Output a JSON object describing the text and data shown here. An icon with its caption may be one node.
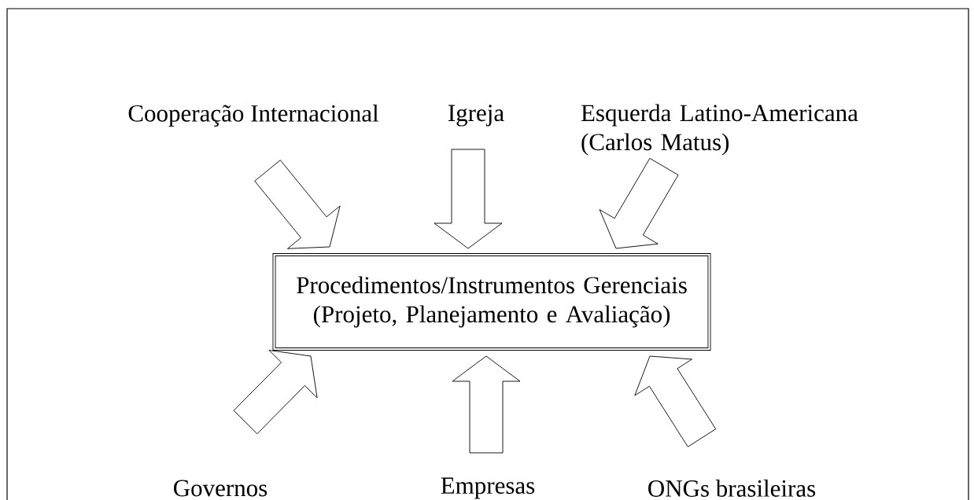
{
  "diagram": {
    "nodes": [
      {
        "text": [
          "Procedimentos/Instrumentos Gerenciais (Projeto, Planejamento e Avaliação)"
        ]
      },
      {
        "text": [
          "Cooperação Internacional"
        ]
      },
      {
        "text": [
          "Igreja"
        ]
      },
      {
        "text": [
          "Esquerda Latino-Americana (Carlos Matus)"
        ]
      },
      {
        "text": [
          "Governos"
        ]
      },
      {
        "text": [
          "Empresas"
        ]
      },
      {
        "text": [
          "ONGs brasileiras"
        ]
      }
    ],
    "edges": [
      {
        "from": 1,
        "to": 0,
        "arrow": "to"
      },
      {
        "from": 2,
        "to": 0,
        "arrow": "to"
      },
      {
        "from": 3,
        "to": 0,
        "arrow": "to"
      },
      {
        "from": 4,
        "to": 0,
        "arrow": "to"
      },
      {
        "from": 5,
        "to": 0,
        "arrow": "to"
      },
      {
        "from": 6,
        "to": 0,
        "arrow": "to"
      }
    ]
  }
}
